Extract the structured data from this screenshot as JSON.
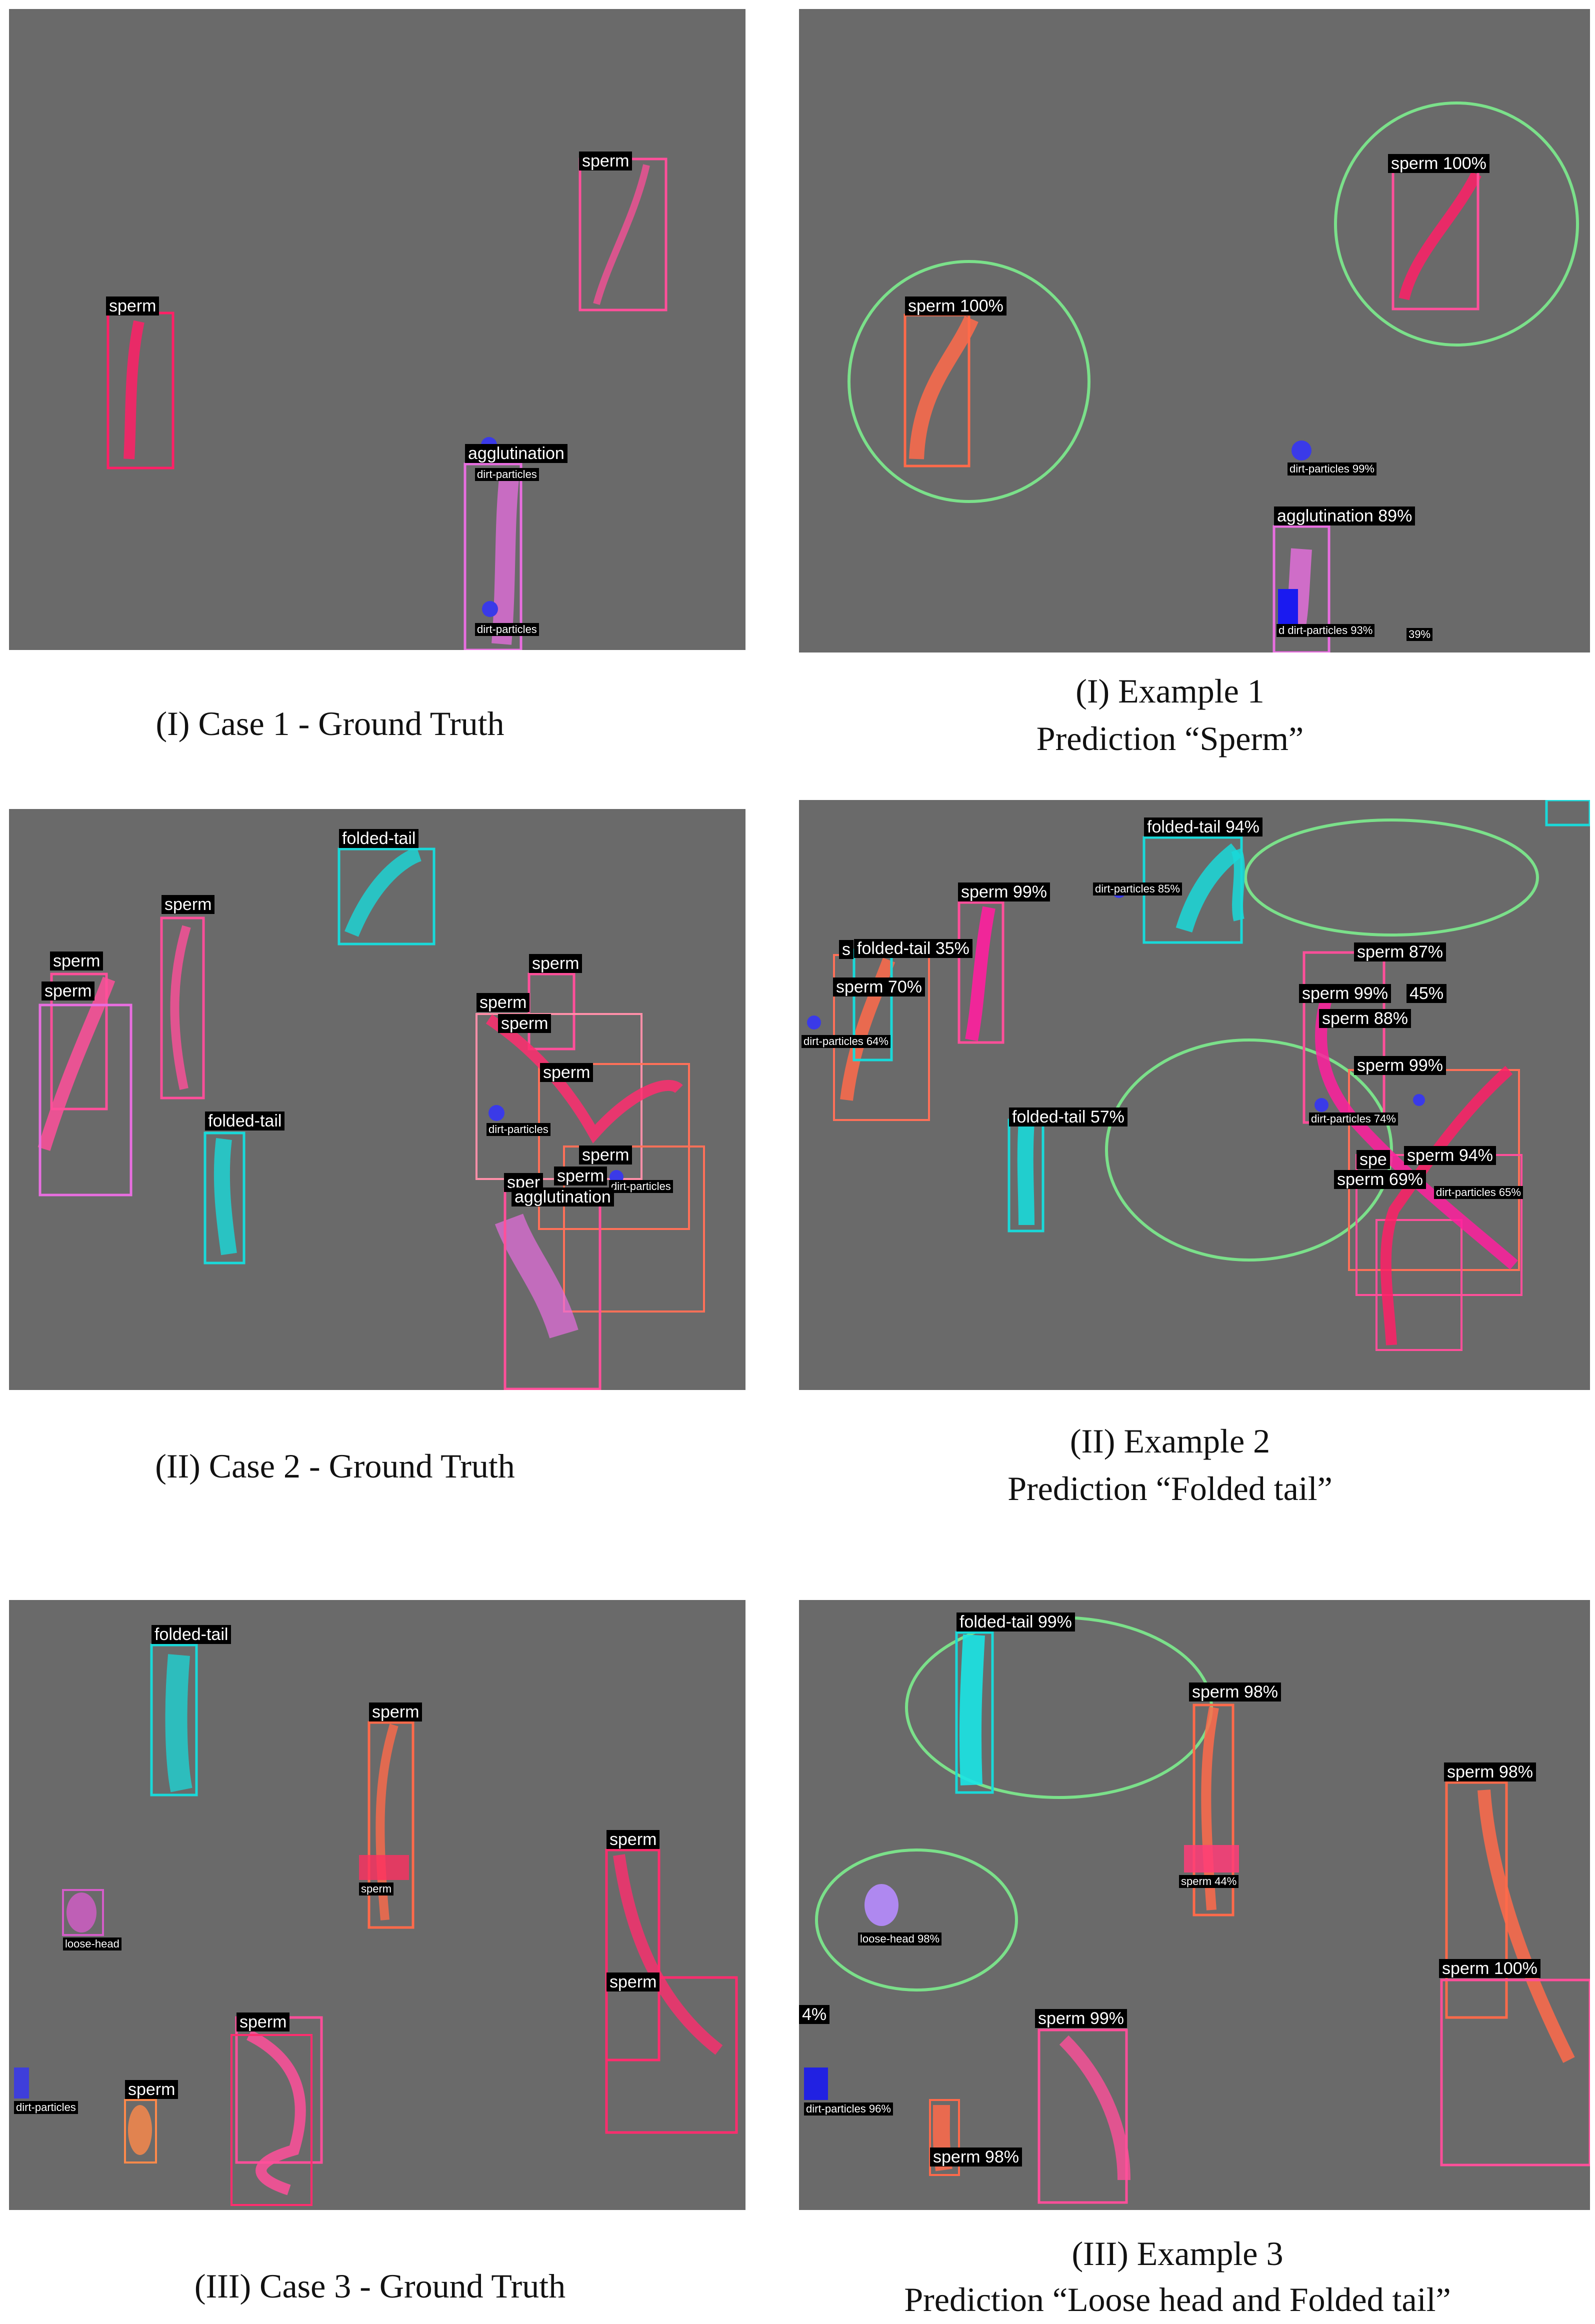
{
  "captions": {
    "c1": "(I) Case  1 - Ground  Truth",
    "e1a": "(I) Example  1",
    "e1b": "Prediction “Sperm”",
    "c2": "(II) Case  2 - Ground  Truth",
    "e2a": "(II) Example  2",
    "e2b": "Prediction “Folded tail”",
    "c3": "(III) Case  3 - Ground  Truth",
    "e3a": "(III) Example  3",
    "e3b": "Prediction “Loose head and Folded tail”"
  },
  "colors": {
    "sperm": "#ff2d6e",
    "folded_tail": "#19d9d9",
    "agglutination": "#e86ee0",
    "dirt": "#3a3ae8",
    "loose_head": "#b78cff",
    "circle": "#7be08a",
    "background": "#6a6a6a"
  },
  "p1": {
    "l1": "sperm",
    "l2": "sperm",
    "l3": "agglutination",
    "l4": "dirt-particles",
    "l5": "dirt-particles"
  },
  "p2": {
    "l1": "sperm 100%",
    "l2": "sperm 100%",
    "l3": "dirt-particles 99%",
    "l4": "agglutination 89%",
    "l5": "d dirt-particles 93%",
    "l6": "39%"
  },
  "p3": {
    "l1": "folded-tail",
    "l2": "sperm",
    "l3": "sperm",
    "l4": "sperm",
    "l5": "sperm",
    "l6": "sperm",
    "l7": "sperm",
    "l8": "sperm",
    "l9": "dirt-particles",
    "l10": "folded-tail",
    "l11": "sperm",
    "l12": "sper",
    "l13": "sperm",
    "l14": "dirt-particles",
    "l15": "agglutination"
  },
  "p4": {
    "l1": "folded-tail 94%",
    "l2": "dirt-particles 85%",
    "l3": "sperm 99%",
    "l4": "s",
    "l5": "folded-tail 35%",
    "l6": "sperm 70%",
    "l7": "dirt-particles 64%",
    "l8": "folded-tail 57%",
    "l9": "sperm 87%",
    "l10": "sperm 99%",
    "l11": "45%",
    "l12": "sperm 88%",
    "l13": "sperm 99%",
    "l14": "dirt-particles 74%",
    "l15": "spe",
    "l16": "sperm 94%",
    "l17": "sperm 69%",
    "l18": "dirt-particles 65%"
  },
  "p5": {
    "l1": "folded-tail",
    "l2": "sperm",
    "l3": "sperm",
    "l4": "loose-head",
    "l5": "sperm",
    "l6": "sperm",
    "l7": "sperm",
    "l8": "dirt-particles",
    "l9": "sperm"
  },
  "p6": {
    "l1": "folded-tail 99%",
    "l2": "sperm 98%",
    "l3": "sperm 44%",
    "l4": "loose-head 98%",
    "l5": "sperm 98%",
    "l6": "sperm 100%",
    "l7": "4%",
    "l8": "sperm 99%",
    "l9": "dirt-particles 96%",
    "l10": "sperm 98%"
  }
}
